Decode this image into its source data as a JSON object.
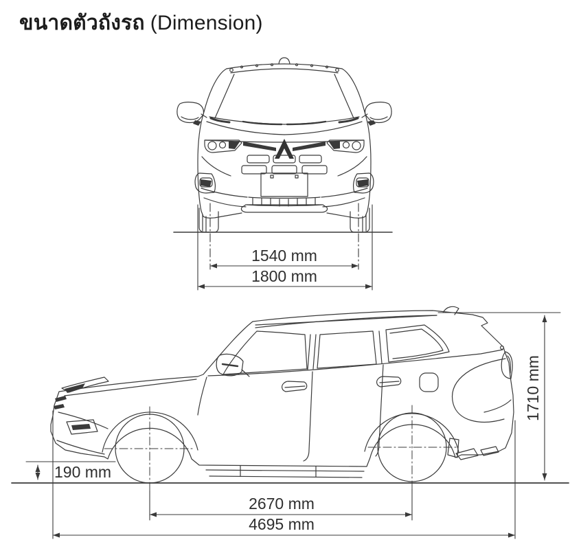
{
  "title": {
    "thai": "ขนาดตัวถังรถ",
    "english": "(Dimension)"
  },
  "front_view": {
    "track_width_label": "1540 mm",
    "overall_width_label": "1800 mm"
  },
  "side_view": {
    "ground_clearance_label": "190 mm",
    "overall_height_label": "1710 mm",
    "wheelbase_label": "2670 mm",
    "overall_length_label": "4695 mm"
  },
  "colors": {
    "line": "#3a3a3a",
    "text": "#2f2f2f",
    "background": "#ffffff"
  }
}
